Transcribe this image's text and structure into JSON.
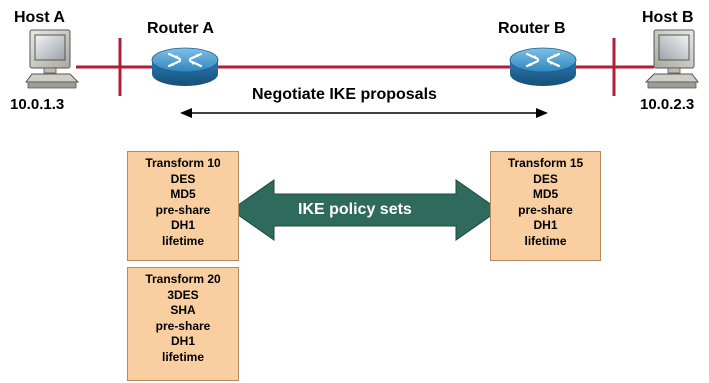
{
  "devices": {
    "host_a": {
      "name": "Host A",
      "ip": "10.0.1.3"
    },
    "router_a": {
      "name": "Router A"
    },
    "router_b": {
      "name": "Router B"
    },
    "host_b": {
      "name": "Host B",
      "ip": "10.0.2.3"
    }
  },
  "negotiation_label": "Negotiate IKE proposals",
  "policy_sets_label": "IKE policy sets",
  "router_a_policies": [
    {
      "title": "Transform 10",
      "encryption": "DES",
      "hash": "MD5",
      "authentication": "pre-share",
      "dh_group": "DH1",
      "lifetime": "lifetime"
    },
    {
      "title": "Transform 20",
      "encryption": "3DES",
      "hash": "SHA",
      "authentication": "pre-share",
      "dh_group": "DH1",
      "lifetime": "lifetime"
    }
  ],
  "router_b_policies": [
    {
      "title": "Transform 15",
      "encryption": "DES",
      "hash": "MD5",
      "authentication": "pre-share",
      "dh_group": "DH1",
      "lifetime": "lifetime"
    }
  ],
  "colors": {
    "link": "#b01e37",
    "router": "#3a8fc1",
    "policy_box": "#f9cfa2",
    "policy_arrow": "#2f6b5d"
  }
}
